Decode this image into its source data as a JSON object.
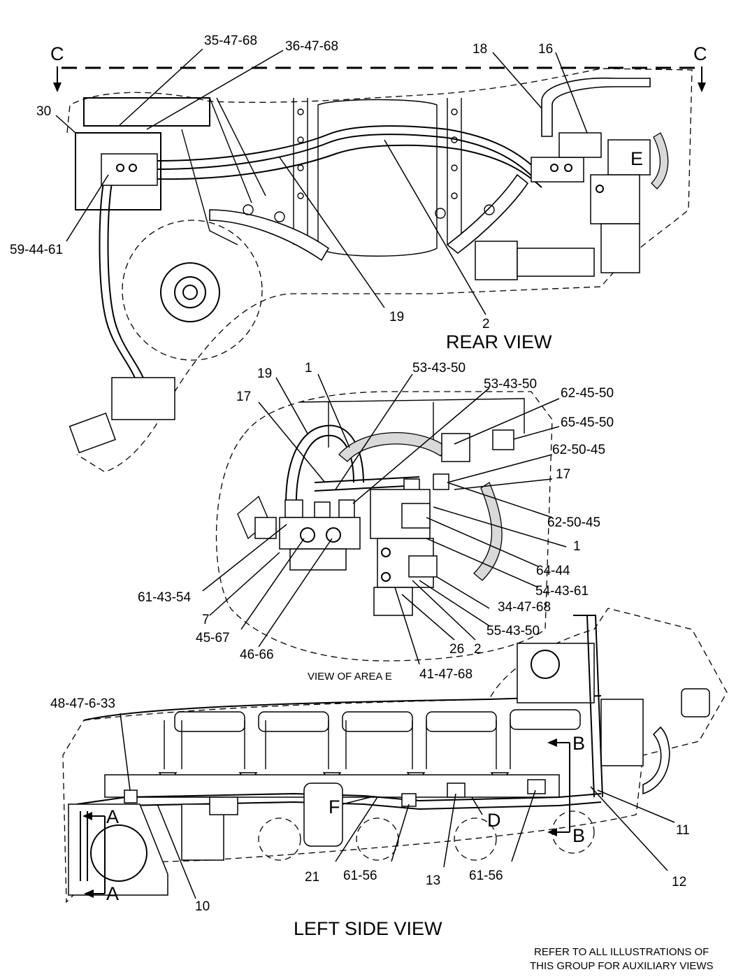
{
  "views": {
    "rear_title": "REAR VIEW",
    "area_e_title": "VIEW OF AREA E",
    "left_title": "LEFT SIDE VIEW",
    "note_line1": "REFER TO ALL ILLUSTRATIONS OF",
    "note_line2": "THIS GROUP FOR AUXILIARY VIEWS"
  },
  "section_markers": {
    "c_left": "C",
    "c_right": "C",
    "e": "E",
    "a_top": "A",
    "a_bottom": "A",
    "b_top": "B",
    "b_bottom": "B",
    "d": "D",
    "f": "F"
  },
  "rear_callouts": {
    "c35_47_68": "35-47-68",
    "c36_47_68": "36-47-68",
    "c30": "30",
    "c18": "18",
    "c16": "16",
    "c59_44_61": "59-44-61",
    "c19": "19",
    "c2": "2"
  },
  "area_e_callouts": {
    "c19": "19",
    "c1_top": "1",
    "c53_43_50_a": "53-43-50",
    "c53_43_50_b": "53-43-50",
    "c62_45_50": "62-45-50",
    "c17_left": "17",
    "c65_45_50": "65-45-50",
    "c62_50_45_a": "62-50-45",
    "c17_right": "17",
    "c62_50_45_b": "62-50-45",
    "c1_right": "1",
    "c64_44": "64-44",
    "c54_43_61": "54-43-61",
    "c34_47_68": "34-47-68",
    "c55_43_50": "55-43-50",
    "c61_43_54": "61-43-54",
    "c7": "7",
    "c45_67": "45-67",
    "c46_66": "46-66",
    "c26": "26",
    "c2": "2",
    "c41_47_68": "41-47-68"
  },
  "left_callouts": {
    "c48_47_6_33": "48-47-6-33",
    "c11": "11",
    "c21": "21",
    "c61_56_a": "61-56",
    "c13": "13",
    "c61_56_b": "61-56",
    "c12": "12",
    "c10": "10"
  }
}
